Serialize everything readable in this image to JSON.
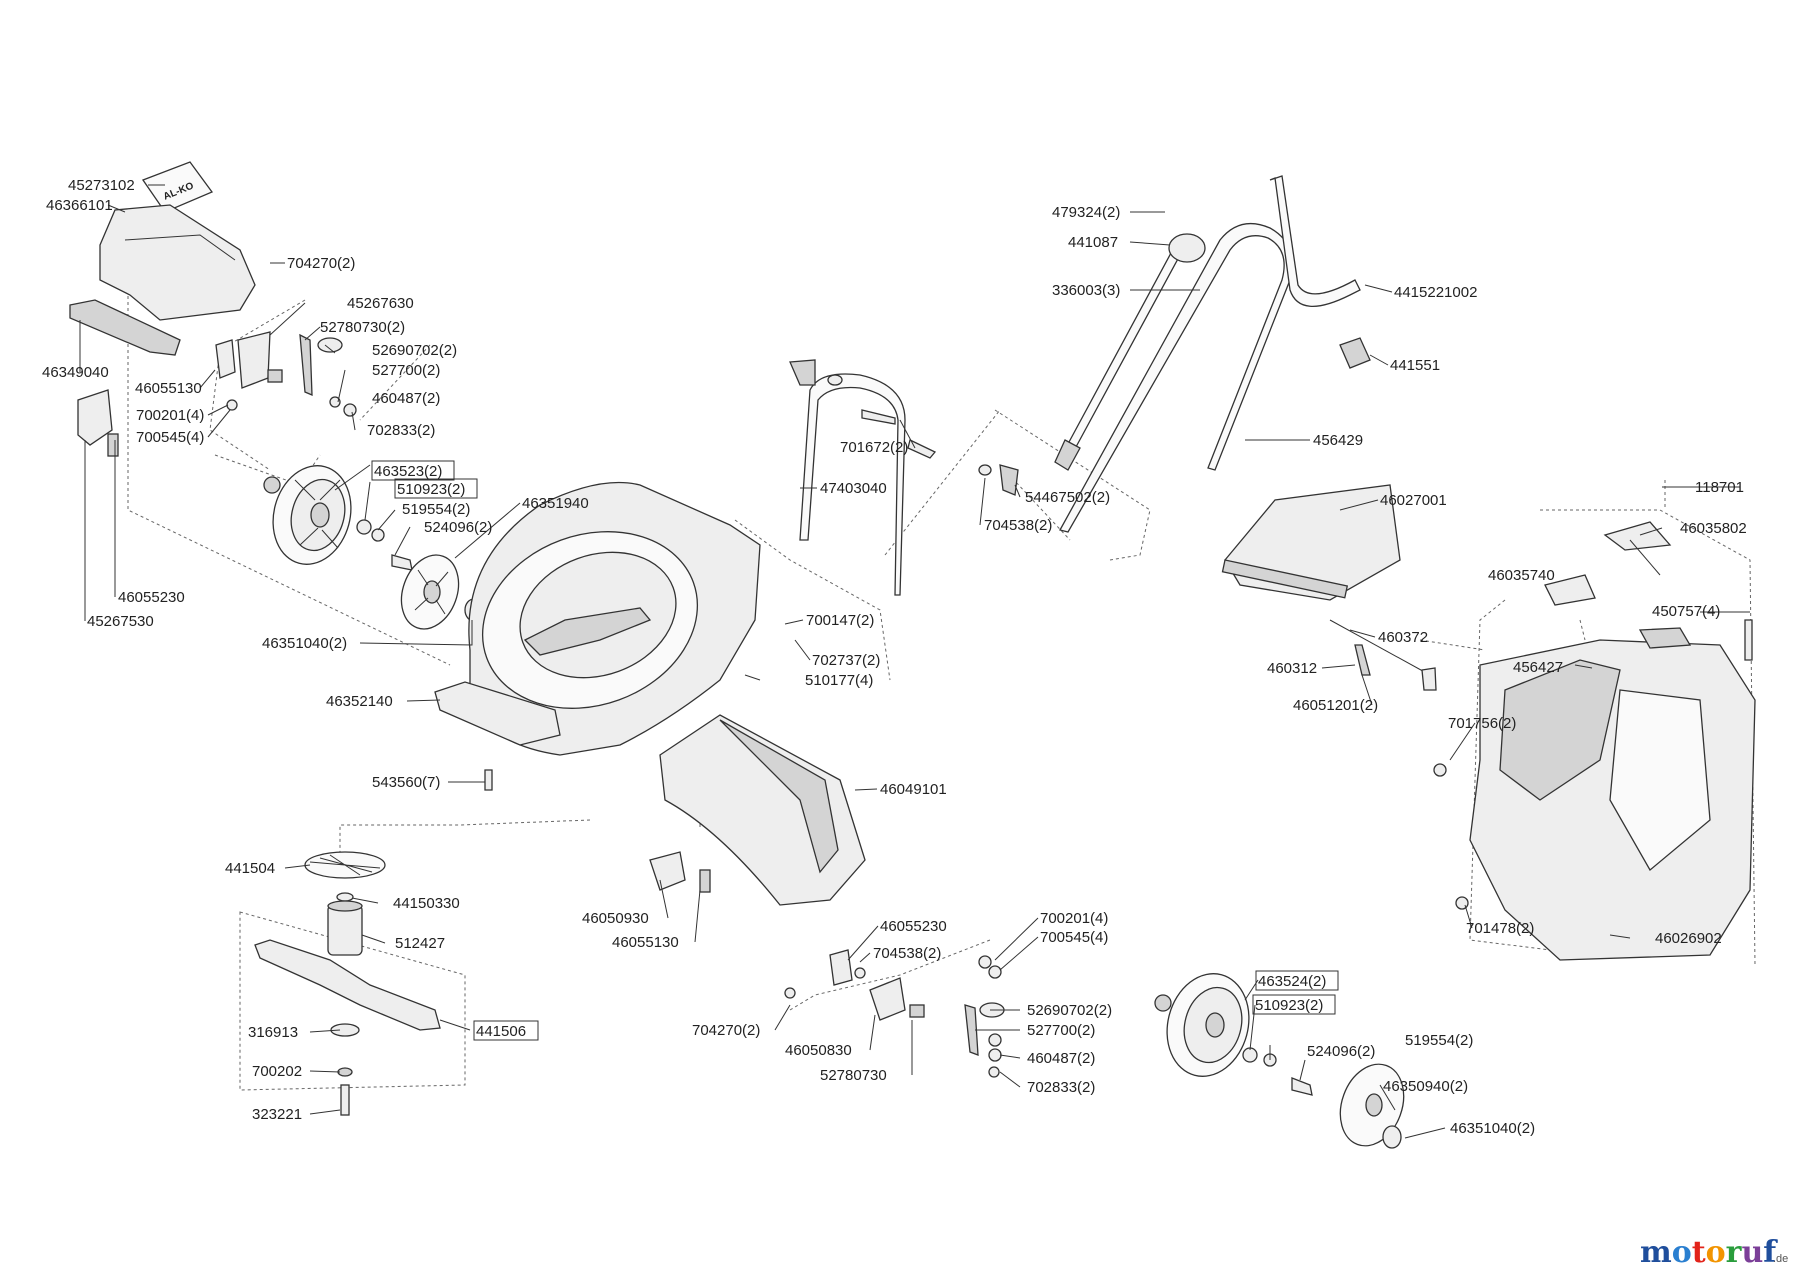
{
  "labels": {
    "p45273102": "45273102",
    "p46366101": "46366101",
    "p46349040": "46349040",
    "p46055130a": "46055130",
    "p704270": "704270(2)",
    "p45267630": "45267630",
    "p52780730": "52780730(2)",
    "p52690702": "52690702(2)",
    "p527700": "527700(2)",
    "p460487": "460487(2)",
    "p700201": "700201(4)",
    "p700545": "700545(4)",
    "p702833": "702833(2)",
    "p463523": "463523(2)",
    "p510923": "510923(2)",
    "p519554": "519554(2)",
    "p524096": "524096(2)",
    "p46351940": "46351940",
    "p46055230": "46055230",
    "p45267530": "45267530",
    "p46351040": "46351040(2)",
    "p46352140": "46352140",
    "p543560": "543560(7)",
    "p441504": "441504",
    "p44150330": "44150330",
    "p512427": "512427",
    "p316913": "316913",
    "p441506": "441506",
    "p700202": "700202",
    "p323221": "323221",
    "p479324": "479324(2)",
    "p441087": "441087",
    "p336003": "336003(3)",
    "p4415221002": "4415221002",
    "p441551": "441551",
    "p456429": "456429",
    "p701672": "701672(2)",
    "p47403040": "47403040",
    "p54467502": "54467502(2)",
    "p704538": "704538(2)",
    "p700147": "700147(2)",
    "p702737": "702737(2)",
    "p510177": "510177(4)",
    "p46027001": "46027001",
    "p460372": "460372",
    "p460312": "460312",
    "p46051201": "46051201(2)",
    "p46049101": "46049101",
    "p46050930": "46050930",
    "p46055130b": "46055130",
    "p46055230b": "46055230",
    "p704538b": "704538(2)",
    "p704270b": "704270(2)",
    "p46050830": "46050830",
    "p52780730b": "52780730",
    "p700201b": "700201(4)",
    "p700545b": "700545(4)",
    "p52690702b": "52690702(2)",
    "p527700b": "527700(2)",
    "p460487b": "460487(2)",
    "p702833b": "702833(2)",
    "p463524": "463524(2)",
    "p510923b": "510923(2)",
    "p519554b": "519554(2)",
    "p524096b": "524096(2)",
    "p46350940": "46350940(2)",
    "p46351040b": "46351040(2)",
    "p118701": "118701",
    "p46035802": "46035802",
    "p46035740": "46035740",
    "p450757": "450757(4)",
    "p456427": "456427",
    "p701756": "701756(2)",
    "p701478": "701478(2)",
    "p46026902": "46026902"
  },
  "logo_text": "AL-KO",
  "watermark": {
    "text": "motoruf",
    "suffix": ".de",
    "colors": [
      "#1f4e9c",
      "#2a7fd0",
      "#e2231a",
      "#f29400",
      "#2a9d3c",
      "#7b3f98",
      "#1f4e9c"
    ]
  }
}
